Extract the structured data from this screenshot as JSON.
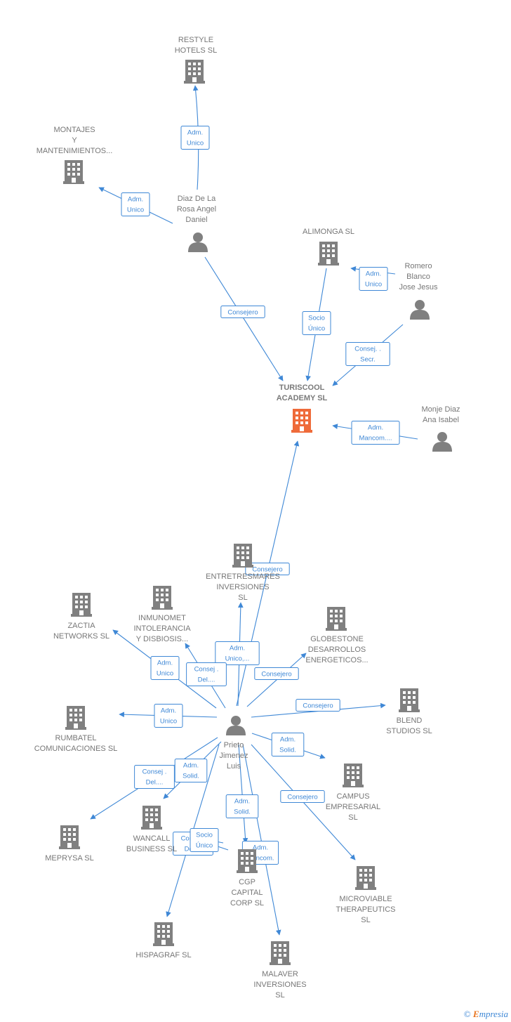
{
  "colors": {
    "edge": "#3f88d6",
    "icon": "#808080",
    "center_icon": "#ef6b3a",
    "label": "#777777"
  },
  "nodes": [
    {
      "id": "restyle",
      "kind": "company",
      "lines": [
        "RESTYLE",
        "HOTELS  SL"
      ]
    },
    {
      "id": "montajes",
      "kind": "company",
      "lines": [
        "MONTAJES",
        "Y",
        "MANTENIMIENTOS..."
      ]
    },
    {
      "id": "diaz",
      "kind": "person",
      "lines": [
        "Diaz De La",
        "Rosa Angel",
        "Daniel"
      ]
    },
    {
      "id": "alimonga",
      "kind": "company",
      "lines": [
        "ALIMONGA  SL"
      ]
    },
    {
      "id": "romero",
      "kind": "person",
      "lines": [
        "Romero",
        "Blanco",
        "Jose Jesus"
      ]
    },
    {
      "id": "turiscool",
      "kind": "center",
      "lines": [
        "TURISCOOL",
        "ACADEMY  SL"
      ]
    },
    {
      "id": "monje",
      "kind": "person",
      "lines": [
        "Monje Diaz",
        "Ana Isabel"
      ]
    },
    {
      "id": "entretresmares",
      "kind": "company",
      "lines": [
        "ENTRETRESMARES",
        "INVERSIONES",
        "SL"
      ]
    },
    {
      "id": "inmunomet",
      "kind": "company",
      "lines": [
        "INMUNOMET",
        "INTOLERANCIA",
        "Y DISBIOSIS..."
      ]
    },
    {
      "id": "zactia",
      "kind": "company",
      "lines": [
        "ZACTIA",
        "NETWORKS  SL"
      ]
    },
    {
      "id": "globestone",
      "kind": "company",
      "lines": [
        "GLOBESTONE",
        "DESARROLLOS",
        "ENERGETICOS..."
      ]
    },
    {
      "id": "blend",
      "kind": "company",
      "lines": [
        "BLEND",
        "STUDIOS  SL"
      ]
    },
    {
      "id": "rumbatel",
      "kind": "company",
      "lines": [
        "RUMBATEL",
        "COMUNICACIONES SL"
      ]
    },
    {
      "id": "prieto",
      "kind": "person",
      "lines": [
        "Prieto",
        "Jimenez",
        "Luis"
      ]
    },
    {
      "id": "campus",
      "kind": "company",
      "lines": [
        "CAMPUS",
        "EMPRESARIAL",
        "SL"
      ]
    },
    {
      "id": "meprysa",
      "kind": "company",
      "lines": [
        "MEPRYSA SL"
      ]
    },
    {
      "id": "wancall",
      "kind": "company",
      "lines": [
        "WANCALL",
        "BUSINESS  SL"
      ]
    },
    {
      "id": "cgp",
      "kind": "company",
      "lines": [
        "CGP",
        "CAPITAL",
        "CORP  SL"
      ]
    },
    {
      "id": "microviable",
      "kind": "company",
      "lines": [
        "MICROVIABLE",
        "THERAPEUTICS",
        "SL"
      ]
    },
    {
      "id": "hispagraf",
      "kind": "company",
      "lines": [
        "HISPAGRAF  SL"
      ]
    },
    {
      "id": "malaver",
      "kind": "company",
      "lines": [
        "MALAVER",
        "INVERSIONES",
        "SL"
      ]
    }
  ],
  "edges": [
    {
      "from": "diaz",
      "to": "restyle",
      "label": [
        "Adm.",
        "Unico"
      ]
    },
    {
      "from": "diaz",
      "to": "montajes",
      "label": [
        "Adm.",
        "Unico"
      ]
    },
    {
      "from": "diaz",
      "to": "turiscool",
      "label": [
        "Consejero"
      ]
    },
    {
      "from": "alimonga",
      "to": "turiscool",
      "label": [
        "Socio",
        "Único"
      ]
    },
    {
      "from": "romero",
      "to": "alimonga",
      "label": [
        "Adm.",
        "Unico"
      ]
    },
    {
      "from": "romero",
      "to": "turiscool",
      "label": [
        "Consej. .",
        "Secr."
      ]
    },
    {
      "from": "monje",
      "to": "turiscool",
      "label": [
        "Adm.",
        "Mancom...."
      ]
    },
    {
      "from": "prieto",
      "to": "turiscool",
      "label": [
        "Consejero"
      ]
    },
    {
      "from": "prieto",
      "to": "entretresmares",
      "label": [
        "Adm.",
        "Unico,..."
      ]
    },
    {
      "from": "prieto",
      "to": "inmunomet",
      "label": [
        "Consej .",
        "Del...."
      ]
    },
    {
      "from": "prieto",
      "to": "zactia",
      "label": [
        "Adm.",
        "Unico"
      ]
    },
    {
      "from": "prieto",
      "to": "globestone",
      "label": [
        "Consejero"
      ]
    },
    {
      "from": "prieto",
      "to": "blend",
      "label": [
        "Consejero"
      ]
    },
    {
      "from": "prieto",
      "to": "rumbatel",
      "label": [
        "Adm.",
        "Unico"
      ]
    },
    {
      "from": "prieto",
      "to": "campus",
      "label": [
        "Adm.",
        "Solid."
      ]
    },
    {
      "from": "prieto",
      "to": "meprysa",
      "label": [
        "Consej .",
        "Del...."
      ]
    },
    {
      "from": "prieto",
      "to": "wancall",
      "label": [
        "Adm.",
        "Solid."
      ]
    },
    {
      "from": "prieto",
      "to": "wancall",
      "label": [
        "Consej .",
        "Del...."
      ]
    },
    {
      "from": "prieto",
      "to": "cgp",
      "label": [
        "Adm.",
        "Solid."
      ]
    },
    {
      "from": "prieto",
      "to": "cgp",
      "label": [
        "Socio",
        "Único"
      ]
    },
    {
      "from": "prieto",
      "to": "microviable",
      "label": [
        "Consejero"
      ]
    },
    {
      "from": "prieto",
      "to": "hispagraf",
      "label": []
    },
    {
      "from": "prieto",
      "to": "malaver",
      "label": [
        "Adm.",
        "Mancom."
      ]
    }
  ],
  "footer": {
    "copyright": "©",
    "brand_first": "E",
    "brand_rest": "mpresia"
  }
}
